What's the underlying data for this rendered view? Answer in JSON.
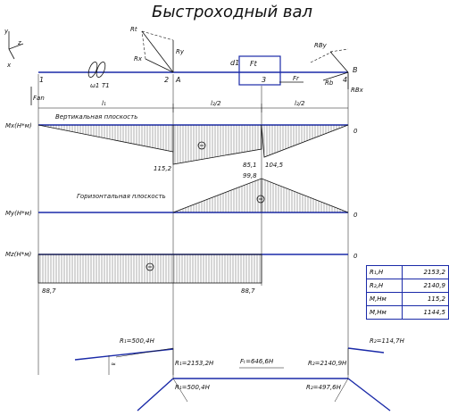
{
  "title": "Быстроходный вал",
  "axes": {
    "y": "y",
    "z": "z",
    "x": "x"
  },
  "points": {
    "p1": "1",
    "p2": "2",
    "pA": "A",
    "p3": "3",
    "p4": "4",
    "pB": "B"
  },
  "forces": {
    "Rt": "Rt",
    "Rx": "Rx",
    "Ry": "Ry",
    "Ft": "Ft",
    "Fr": "Fr",
    "RBy": "RBy",
    "RBx": "RBx",
    "Rb": "Rb",
    "Fan": "Fan",
    "omega": "ω1",
    "T": "T1",
    "d": "d1"
  },
  "lengths": {
    "l1": "l₁",
    "l2a": "l₂/2",
    "l2b": "l₂/2"
  },
  "planes": {
    "vertical": "Вертикальная плоскость",
    "horizontal": "Горизонтальная плоскость"
  },
  "moments": {
    "Mx": {
      "label": "Mx(H*м)",
      "v1": "115,2",
      "v2": "85,1",
      "v3": "104,5",
      "end": "0"
    },
    "My": {
      "label": "My(H*м)",
      "v1": "99,8",
      "end": "0"
    },
    "Mz": {
      "label": "Mz(H*м)",
      "v1": "88,7",
      "v2": "88,7",
      "end": "0"
    }
  },
  "reactions": {
    "RA_top": "R₁=500,4H",
    "RA_mid": "R₁=2153,2H",
    "RA_bot": "R₁=500,4H",
    "RB_top": "R₂=114,7H",
    "RB_mid": "R₂=2140,9H",
    "RB_bot": "R₂=497,6H",
    "Ft_val": "Fₜ=646,6H"
  },
  "results_table": [
    {
      "key": "R₁,H",
      "value": "2153,2"
    },
    {
      "key": "R₂,H",
      "value": "2140,9"
    },
    {
      "key": "M,Hм",
      "value": "115,2"
    },
    {
      "key": "M,Hм",
      "value": "1144,5"
    }
  ],
  "colors": {
    "accent": "#1a2aa8",
    "ink": "#111111"
  }
}
